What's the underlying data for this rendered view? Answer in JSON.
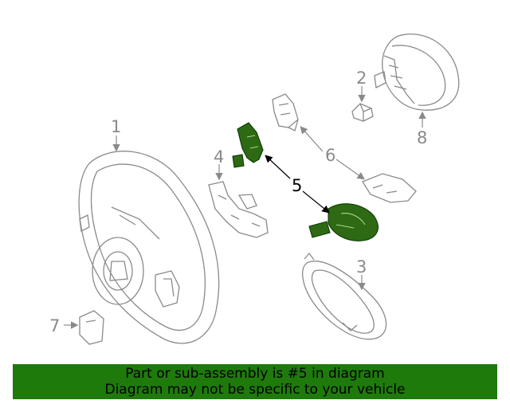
{
  "diagram": {
    "callouts": {
      "c1": "1",
      "c2": "2",
      "c3": "3",
      "c4": "4",
      "c5": "5",
      "c6": "6",
      "c7": "7",
      "c8": "8"
    },
    "highlight_color": "#2d6a13",
    "line_color": "#8a8a8a"
  },
  "banner": {
    "line1": "Part or sub-assembly is #5 in diagram",
    "line2": "Diagram may not be specific to your vehicle",
    "background": "#1f7a0c"
  }
}
